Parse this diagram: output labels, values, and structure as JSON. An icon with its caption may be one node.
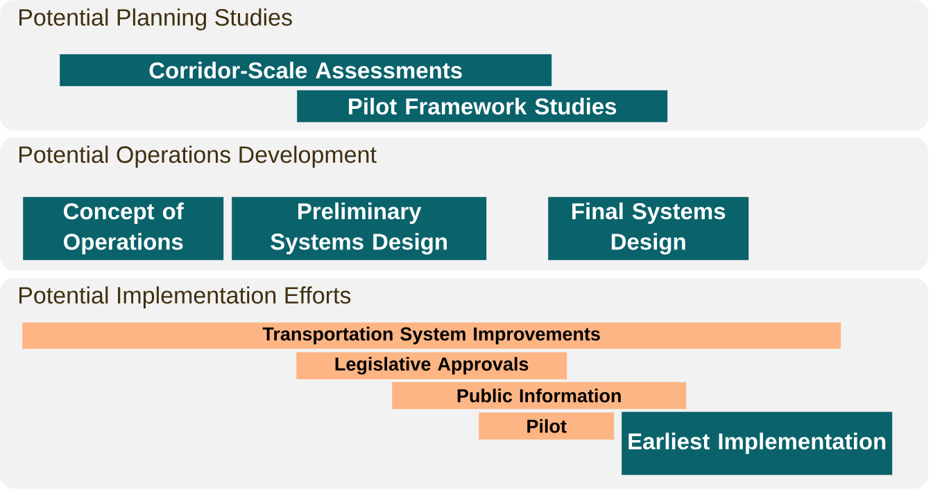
{
  "diagram": {
    "nodes": [
      {
        "text": [
          "Potential Planning Studies"
        ]
      },
      {
        "text": [
          "Corridor-Scale Assessments"
        ],
        "in": 0
      },
      {
        "text": [
          "Pilot Framework Studies"
        ],
        "in": 0
      },
      {
        "text": [
          "Potential Operations Development"
        ]
      },
      {
        "text": [
          "Concept of Operations"
        ],
        "in": 3
      },
      {
        "text": [
          "Preliminary Systems Design"
        ],
        "in": 3
      },
      {
        "text": [
          "Final Systems Design"
        ],
        "in": 3
      },
      {
        "text": [
          "Potential Implementation Efforts"
        ]
      },
      {
        "text": [
          "Transportation System Improvements"
        ],
        "in": 7
      },
      {
        "text": [
          "Legislative Approvals"
        ],
        "in": 7
      },
      {
        "text": [
          "Public Information"
        ],
        "in": 7
      },
      {
        "text": [
          "Pilot"
        ],
        "in": 7
      },
      {
        "text": [
          "Earliest Implementation"
        ],
        "in": 7
      }
    ]
  }
}
